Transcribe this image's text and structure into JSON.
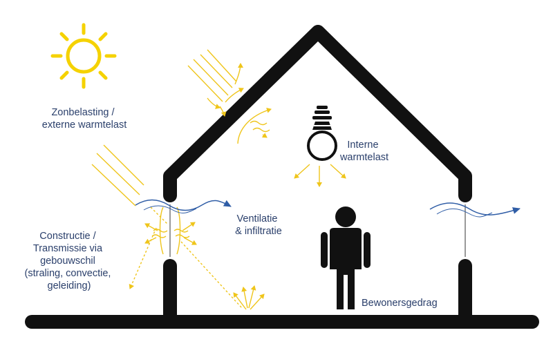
{
  "colors": {
    "house": "#111111",
    "sun": "#f5d200",
    "heat": "#efc51b",
    "airflow": "#2f5da6",
    "text": "#2a3f6b"
  },
  "labels": {
    "solar": [
      "Zonbelasting /",
      "externe warmtelast"
    ],
    "internal": [
      "Interne",
      "warmtelast"
    ],
    "ventilation": [
      "Ventilatie",
      "& infiltratie"
    ],
    "construction": [
      "Constructie /",
      "Transmissie via",
      "gebouwschil",
      "(straling, convectie,",
      "geleiding)"
    ],
    "occupant": [
      "Bewonersgedrag"
    ]
  },
  "icons": {
    "sun": "sun-icon",
    "bulb": "light-bulb-icon",
    "person": "person-icon",
    "house": "house-outline"
  }
}
